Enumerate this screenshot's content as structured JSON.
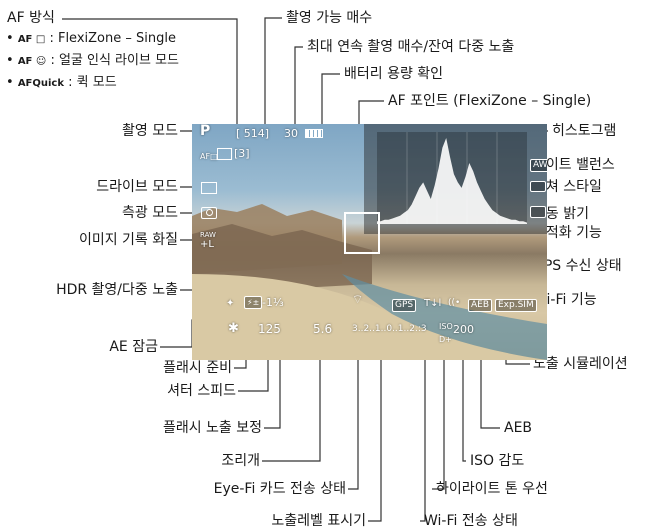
{
  "af_method": {
    "title": "AF 방식",
    "items": [
      {
        "bullet": "•",
        "code": "AF □",
        "desc": ": FlexiZone – Single"
      },
      {
        "bullet": "•",
        "code": "AF ☺",
        "desc": ": 얼굴 인식 라이브 모드"
      },
      {
        "bullet": "•",
        "code": "AFQuick",
        "desc": ": 퀵 모드"
      }
    ]
  },
  "labels": {
    "shooting_mode": "촬영 모드",
    "drive_mode": "드라이브 모드",
    "metering_mode": "측광 모드",
    "image_quality": "이미지 기록 화질",
    "hdr": "HDR 촬영/다중 노출",
    "ae_lock": "AE 잠금",
    "flash_ready": "플래시 준비",
    "shutter_speed": "셔터 스피드",
    "flash_comp": "플래시 노출 보정",
    "aperture": "조리개",
    "eyefi": "Eye-Fi 카드 전송 상태",
    "exposure_level": "노출레벨 표시기",
    "shots_available": "촬영 가능 매수",
    "max_burst": "최대 연속 촬영 매수/잔여 다중 노출",
    "battery": "배터리 용량 확인",
    "af_point": "AF 포인트 (FlexiZone – Single)",
    "histogram": "히스토그램",
    "white_balance": "화이트 밸런스",
    "picture_style": "픽쳐 스타일",
    "auto_lighting_1": "자동 밝기",
    "auto_lighting_2": "최적화 기능",
    "gps": "GPS 수신 상태",
    "wifi": "Wi-Fi 기능",
    "exp_sim": "노출 시뮬레이션",
    "aeb": "AEB",
    "iso": "ISO 감도",
    "htp": "하이라이트 톤 우선",
    "wifi_transfer": "Wi-Fi 전송 상태"
  },
  "overlay": {
    "mode": "P",
    "af_icon": "AF□",
    "shots": "[ 514]",
    "burst": "30",
    "drive_count": "[3]",
    "raw": "RAW",
    "quality": "+L",
    "flash_comp_value": "-1⅓",
    "ae_lock_symbol": "✱",
    "shutter": "125",
    "aperture": "5.6",
    "exposure_scale": "3..2..1..0..1..2.:3",
    "gps": "GPS",
    "aeb": "AEB",
    "exp_sim": "Exp.SIM",
    "iso_value": "200",
    "wb": "AWB"
  },
  "histogram": [
    2,
    2,
    3,
    3,
    4,
    5,
    6,
    8,
    10,
    14,
    20,
    26,
    30,
    24,
    18,
    28,
    40,
    55,
    62,
    48,
    36,
    30,
    26,
    34,
    44,
    38,
    30,
    24,
    18,
    14,
    10,
    8,
    6,
    5,
    4,
    3,
    3,
    2,
    2,
    1
  ]
}
